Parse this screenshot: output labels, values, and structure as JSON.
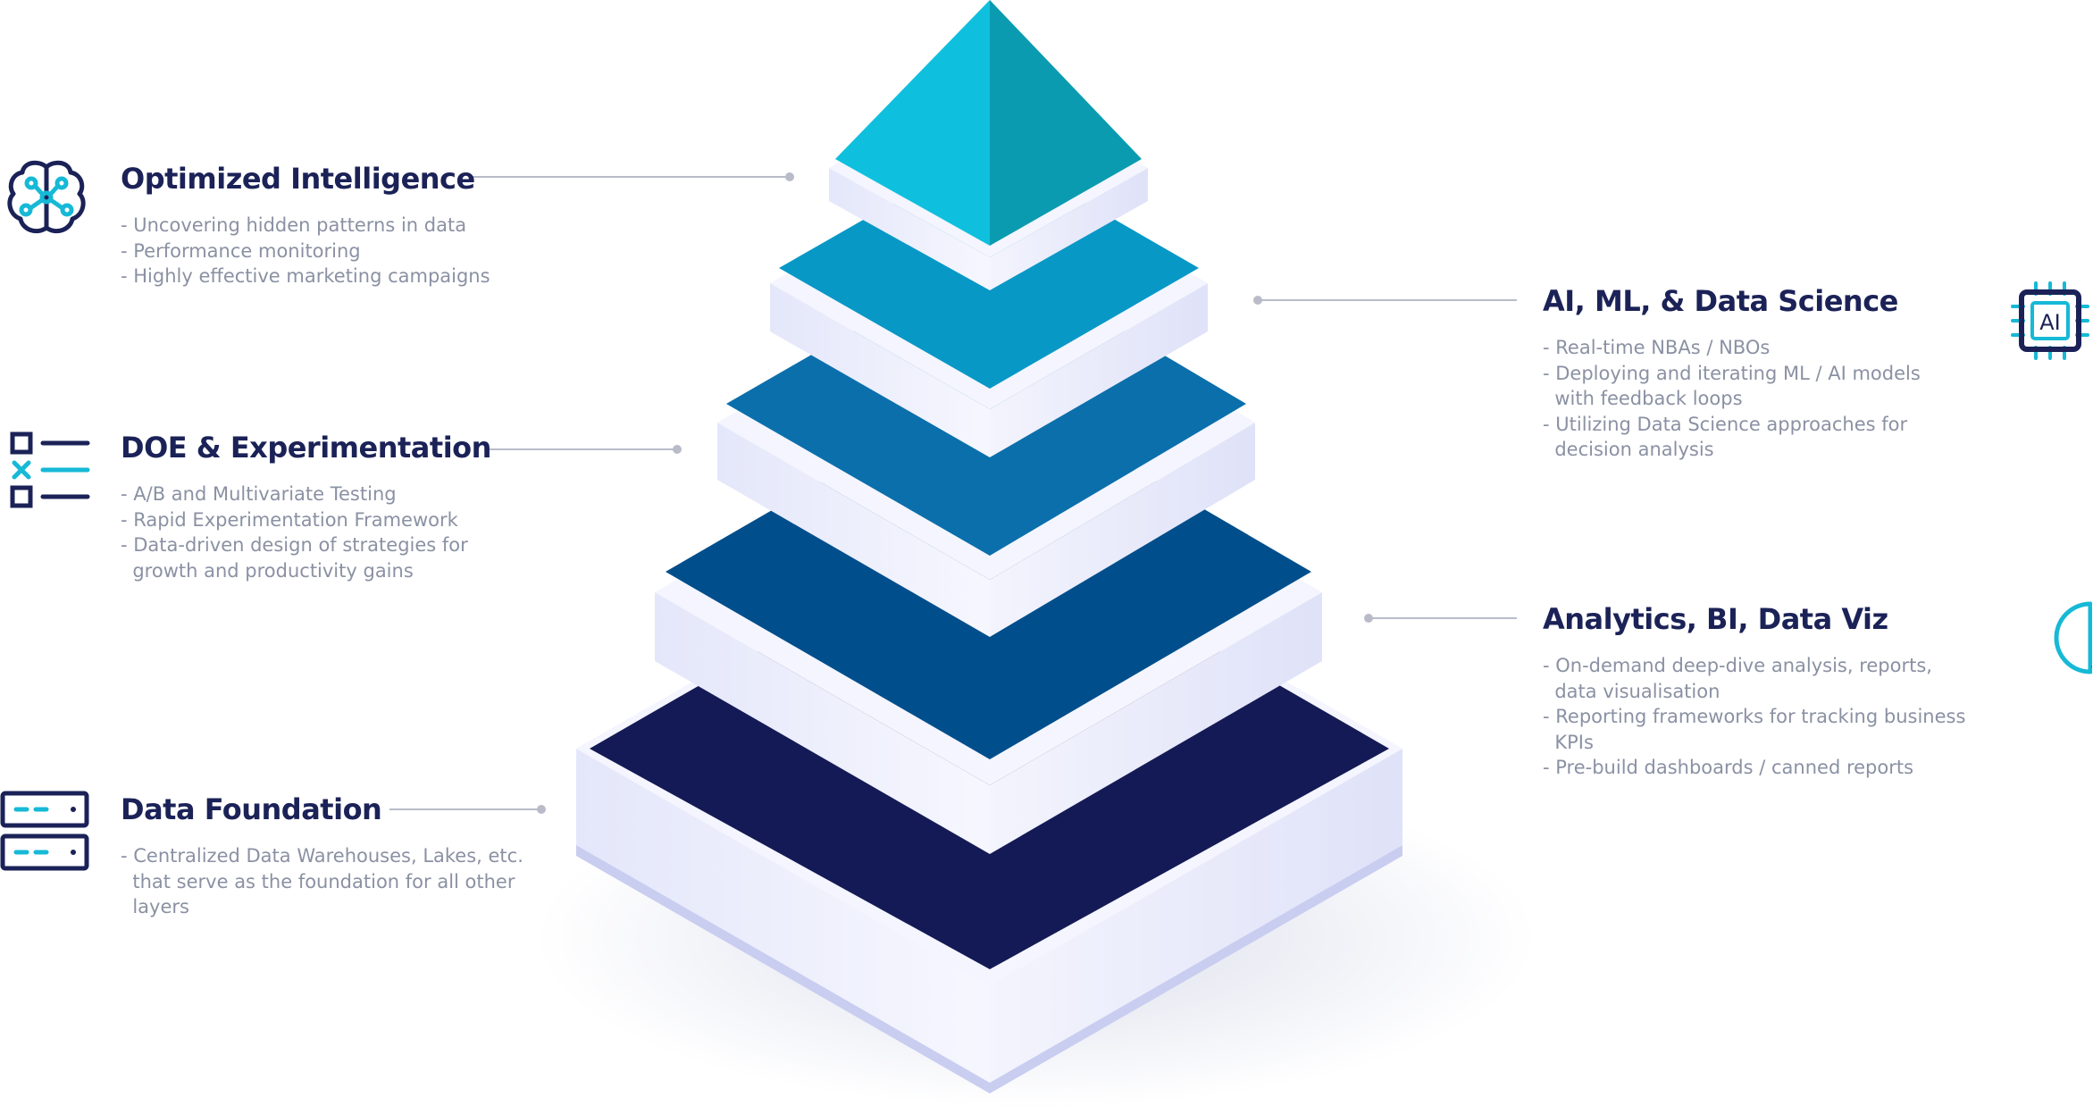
{
  "layers": [
    {
      "id": "optimized-intelligence",
      "title": "Optimized Intelligence",
      "icon": "brain-circuit-icon",
      "bullets": [
        "- Uncovering hidden patterns in data",
        "- Performance monitoring",
        "- Highly effective marketing campaigns"
      ]
    },
    {
      "id": "ai-ml-data-science",
      "title": "AI, ML, & Data Science",
      "icon": "ai-chip-icon",
      "icon_text": "AI",
      "bullets": [
        "- Real-time NBAs / NBOs",
        "- Deploying and iterating ML / AI models",
        "  with feedback loops",
        "- Utilizing Data Science approaches for",
        "  decision analysis"
      ]
    },
    {
      "id": "doe-experimentation",
      "title": "DOE & Experimentation",
      "icon": "checklist-icon",
      "bullets": [
        "- A/B and Multivariate Testing",
        "- Rapid Experimentation Framework",
        "- Data-driven design of strategies for",
        "  growth and productivity gains"
      ]
    },
    {
      "id": "analytics-bi-data-viz",
      "title": "Analytics, BI, Data Viz",
      "icon": "pie-chart-icon",
      "bullets": [
        "- On-demand deep-dive analysis, reports,",
        "  data visualisation",
        "- Reporting frameworks for tracking business",
        "  KPIs",
        "- Pre-build dashboards / canned reports"
      ]
    },
    {
      "id": "data-foundation",
      "title": "Data Foundation",
      "icon": "server-icon",
      "bullets": [
        "- Centralized Data Warehouses, Lakes, etc.",
        "  that serve as the foundation for all other",
        "  layers"
      ]
    }
  ],
  "colors": {
    "title": "#1b2257",
    "text": "#8a91a3",
    "connector": "#b9bcc8",
    "icon_dark": "#1b2257",
    "icon_accent": "#16b9d6",
    "tier_top_left": "#0fc0de",
    "tier_top_right": "#0a9bb0",
    "tier_2": "#0898c6",
    "tier_3": "#0b6fab",
    "tier_4": "#004e8b",
    "tier_5": "#141a55",
    "slab_face": "#eef0fb",
    "slab_edge": "#c9cdf0"
  }
}
